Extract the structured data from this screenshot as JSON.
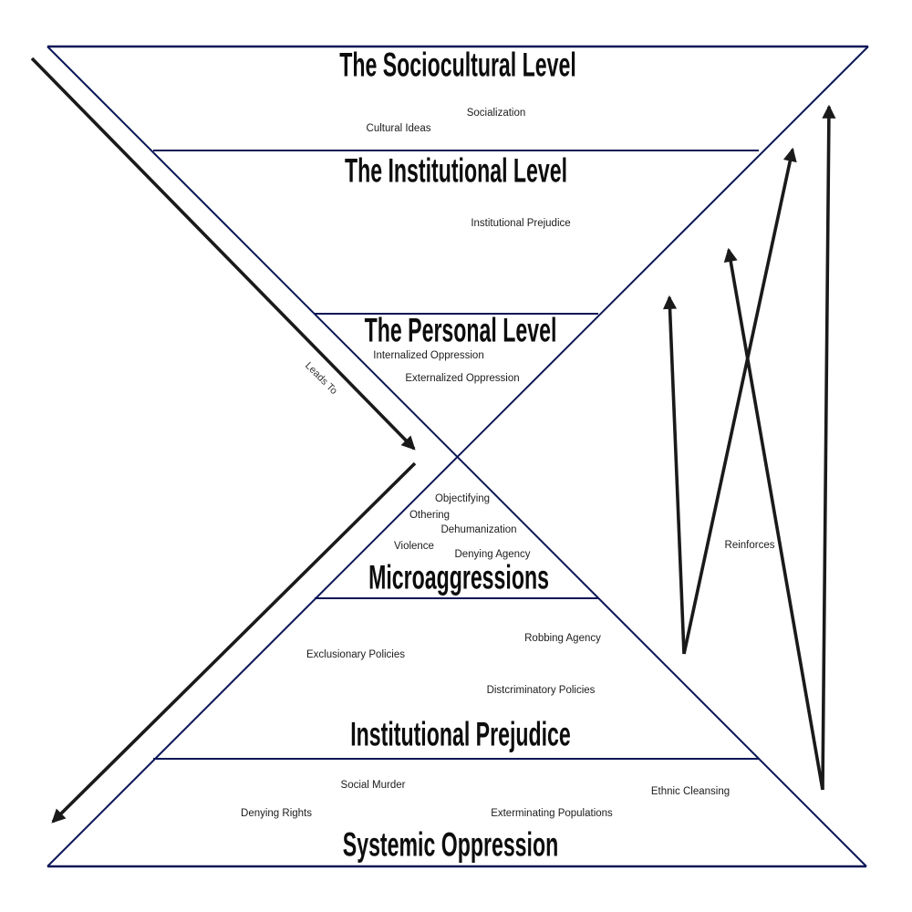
{
  "colors": {
    "outline_navy": "#0a1656",
    "arrow_black": "#1a1a1a",
    "heading_text": "#0d0d0d",
    "label_text": "#1c1c1c"
  },
  "levels": {
    "sociocultural": {
      "title": "The Sociocultural Level",
      "items": [
        "Socialization",
        "Cultural Ideas"
      ]
    },
    "institutional": {
      "title": "The Institutional Level",
      "items": [
        "Institutional Prejudice"
      ]
    },
    "personal": {
      "title": "The Personal Level",
      "items": [
        "Internalized Oppression",
        "Externalized Oppression"
      ]
    },
    "microaggressions": {
      "title": "Microaggressions",
      "items": [
        "Objectifying",
        "Othering",
        "Dehumanization",
        "Violence",
        "Denying Agency"
      ]
    },
    "institutional_prejudice": {
      "title": "Institutional Prejudice",
      "items": [
        "Robbing Agency",
        "Exclusionary Policies",
        "Distcriminatory Policies"
      ]
    },
    "systemic_oppression": {
      "title": "Systemic Oppression",
      "items": [
        "Social Murder",
        "Ethnic Cleansing",
        "Denying Rights",
        "Exterminating Populations"
      ]
    }
  },
  "arrow_labels": {
    "leads_to": "Leads To",
    "reinforces": "Reinforces"
  }
}
